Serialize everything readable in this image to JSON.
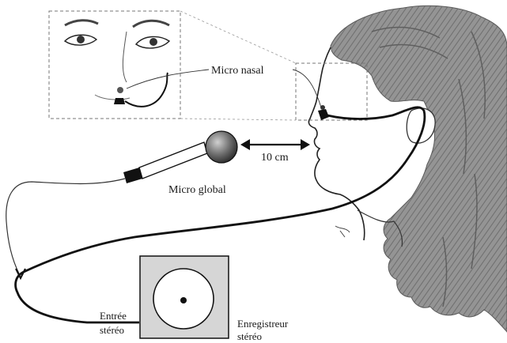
{
  "labels": {
    "micro_nasal": "Micro nasal",
    "distance": "10 cm",
    "micro_global": "Micro global",
    "entree_line1": "Entrée",
    "entree_line2": "stéréo",
    "recorder_line1": "Enregistreur",
    "recorder_line2": "stéréo"
  },
  "icons": [
    "face-inset-detail",
    "nasal-microphone-icon",
    "handheld-microphone-icon",
    "double-arrow-icon",
    "stereo-recorder-icon",
    "woman-profile-illustration"
  ],
  "colors": {
    "ink": "#111111",
    "hair": "#8a8a8a",
    "hair_dark": "#5f5f5f",
    "recorder_fill": "#d6d6d6",
    "mic_head": "#6b6b6b"
  }
}
